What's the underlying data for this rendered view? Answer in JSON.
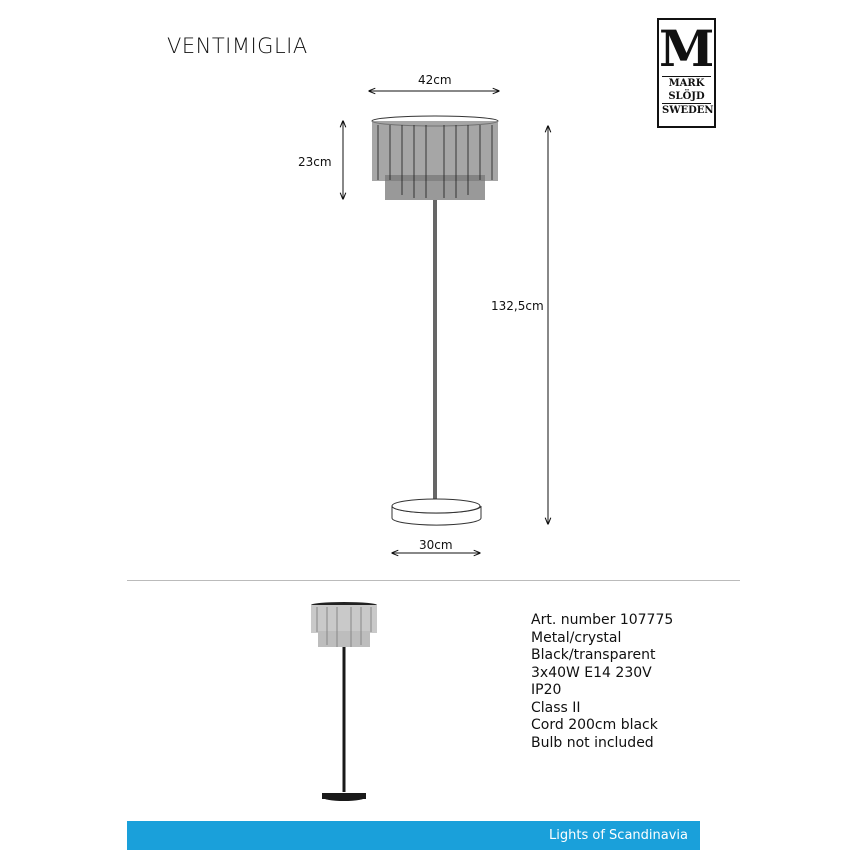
{
  "title": "VENTIMIGLIA",
  "logo": {
    "letter": "M",
    "line1": "MARK",
    "line2": "SLÖJD",
    "line3": "SWEDEN"
  },
  "dimensions": {
    "width_top": "42cm",
    "shade_height": "23cm",
    "total_height": "132,5cm",
    "base_width": "30cm"
  },
  "specs": [
    "Art. number 107775",
    "Metal/crystal",
    "Black/transparent",
    "3x40W E14 230V",
    "IP20",
    "Class II",
    "Cord 200cm black",
    "Bulb not included"
  ],
  "footer": {
    "tagline": "Lights of Scandinavia",
    "color": "#1aa0da"
  }
}
